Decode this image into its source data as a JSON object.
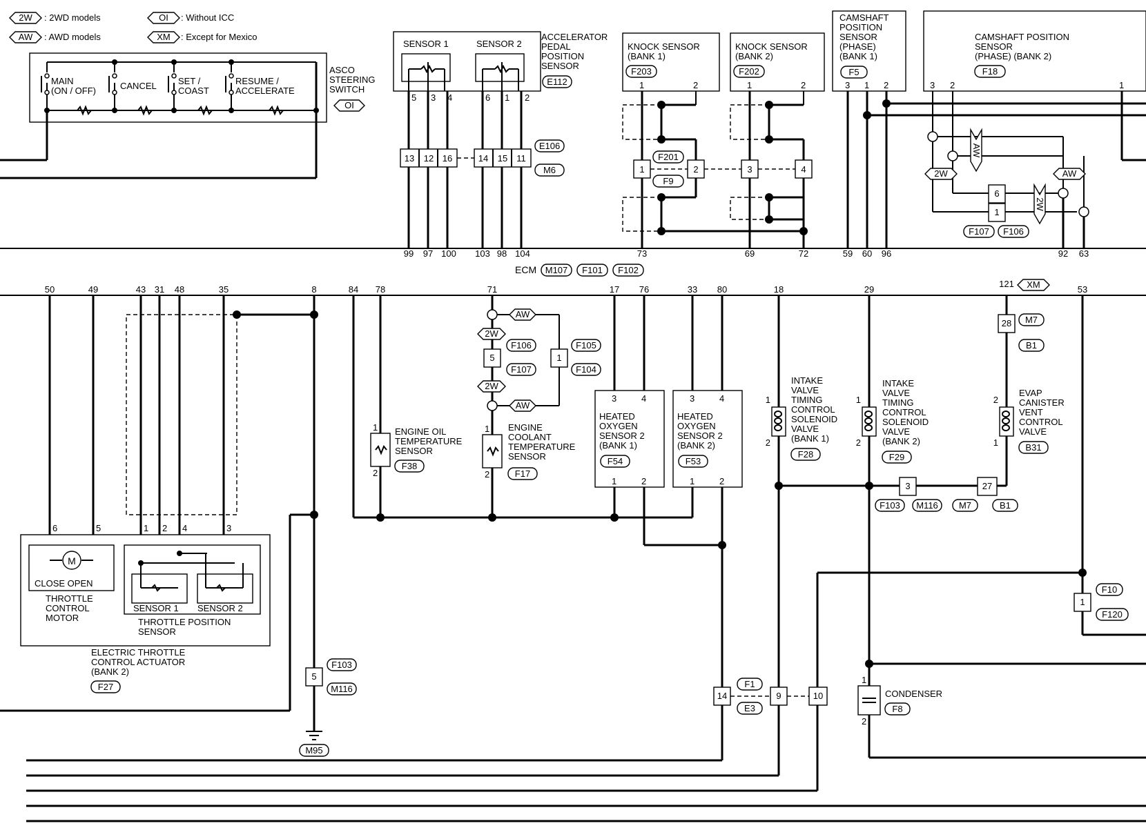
{
  "legend": {
    "w2": {
      "tag": "2W",
      "text": ": 2WD models"
    },
    "aw": {
      "tag": "AW",
      "text": ": AWD models"
    },
    "oi": {
      "tag": "OI",
      "text": ": Without ICC"
    },
    "xm": {
      "tag": "XM",
      "text": ": Except for Mexico"
    }
  },
  "asco": {
    "switches": [
      "MAIN",
      "(ON / OFF)",
      "CANCEL",
      "SET /",
      "COAST",
      "RESUME /",
      "ACCELERATE"
    ],
    "label": [
      "ASCO",
      "STEERING",
      "SWITCH"
    ],
    "tag": "OI"
  },
  "app": {
    "s1": "SENSOR 1",
    "s2": "SENSOR 2",
    "label": [
      "ACCELERATOR",
      "PEDAL",
      "POSITION",
      "SENSOR"
    ],
    "conn": "E112",
    "pins": [
      "5",
      "3",
      "4",
      "6",
      "1",
      "2"
    ],
    "jpins": [
      "13",
      "12",
      "16",
      "14",
      "15",
      "11"
    ],
    "jconn": [
      "E106",
      "M6"
    ]
  },
  "knock1": {
    "label": [
      "KNOCK SENSOR",
      "(BANK 1)"
    ],
    "conn": "F203",
    "pins": [
      "1",
      "2"
    ]
  },
  "knock2": {
    "label": [
      "KNOCK SENSOR",
      "(BANK 2)"
    ],
    "conn": "F202",
    "pins": [
      "1",
      "2"
    ]
  },
  "knockjc": {
    "pins": [
      "1",
      "2",
      "3",
      "4"
    ],
    "conn": [
      "F201",
      "F9"
    ]
  },
  "cam1": {
    "label": [
      "CAMSHAFT",
      "POSITION",
      "SENSOR",
      "(PHASE)",
      "(BANK 1)"
    ],
    "conn": "F5",
    "pins": [
      "3",
      "1",
      "2"
    ]
  },
  "cam2": {
    "label": [
      "CAMSHAFT POSITION",
      "SENSOR",
      "(PHASE) (BANK 2)"
    ],
    "conn": "F18",
    "pins": [
      "3",
      "2",
      "1"
    ]
  },
  "camjc": {
    "pins": [
      "6",
      "1"
    ],
    "conn": [
      "F107",
      "F106"
    ],
    "tags": [
      "AW",
      "2W",
      "AW",
      "2W"
    ]
  },
  "ecm": {
    "label": "ECM",
    "conns": [
      "M107",
      "F101",
      "F102"
    ],
    "top_pins": [
      "99",
      "97",
      "100",
      "103",
      "98",
      "104",
      "73",
      "69",
      "72",
      "59",
      "60",
      "96",
      "92",
      "63"
    ],
    "bot_pins": [
      "50",
      "49",
      "43",
      "31",
      "48",
      "35",
      "8",
      "84",
      "78",
      "71",
      "17",
      "76",
      "33",
      "80",
      "18",
      "29",
      "121",
      "53"
    ],
    "xm_tag": "XM"
  },
  "throttle": {
    "pins": [
      "6",
      "5",
      "1",
      "2",
      "4",
      "3"
    ],
    "motor": "M",
    "close_open": "CLOSE OPEN",
    "motor_label": [
      "THROTTLE",
      "CONTROL",
      "MOTOR"
    ],
    "sensor1": "SENSOR 1",
    "sensor2": "SENSOR 2",
    "tps_label": [
      "THROTTLE POSITION",
      "SENSOR"
    ],
    "actuator_label": [
      "ELECTRIC THROTTLE",
      "CONTROL ACTUATOR",
      "(BANK 2)"
    ],
    "conn": "F27"
  },
  "ground": {
    "pin": "5",
    "conns": [
      "F103",
      "M116"
    ],
    "gnd": "M95"
  },
  "ect_jc": {
    "pins": [
      "5",
      "1"
    ],
    "conns": [
      "F106",
      "F107",
      "F105",
      "F104"
    ],
    "tags": [
      "AW",
      "2W",
      "2W",
      "AW"
    ]
  },
  "eot": {
    "label": [
      "ENGINE OIL",
      "TEMPERATURE",
      "SENSOR"
    ],
    "conn": "F38",
    "pins": [
      "1",
      "2"
    ]
  },
  "ect": {
    "label": [
      "ENGINE",
      "COOLANT",
      "TEMPERATURE",
      "SENSOR"
    ],
    "conn": "F17",
    "pins": [
      "1",
      "2"
    ]
  },
  "ho2s1": {
    "label": [
      "HEATED",
      "OXYGEN",
      "SENSOR 2",
      "(BANK 1)"
    ],
    "conn": "F54",
    "pins": [
      "3",
      "4",
      "1",
      "2"
    ]
  },
  "ho2s2": {
    "label": [
      "HEATED",
      "OXYGEN",
      "SENSOR 2",
      "(BANK 2)"
    ],
    "conn": "F53",
    "pins": [
      "3",
      "4",
      "1",
      "2"
    ]
  },
  "ivt1": {
    "label": [
      "INTAKE",
      "VALVE",
      "TIMING",
      "CONTROL",
      "SOLENOID",
      "VALVE",
      "(BANK 1)"
    ],
    "conn": "F28",
    "pins": [
      "1",
      "2"
    ]
  },
  "ivt2": {
    "label": [
      "INTAKE",
      "VALVE",
      "TIMING",
      "CONTROL",
      "SOLENOID",
      "VALVE",
      "(BANK 2)"
    ],
    "conn": "F29",
    "pins": [
      "1",
      "2"
    ]
  },
  "evap": {
    "label": [
      "EVAP",
      "CANISTER",
      "VENT",
      "CONTROL",
      "VALVE"
    ],
    "conn": "B31",
    "pins": [
      "2",
      "1"
    ]
  },
  "evapjc": {
    "pin": "28",
    "conns": [
      "M7",
      "B1"
    ]
  },
  "bottomjc": {
    "pin1": "3",
    "pin2": "27",
    "conns": [
      "F103",
      "M116",
      "M7",
      "B1"
    ]
  },
  "f10jc": {
    "pin": "1",
    "conns": [
      "F10",
      "F120"
    ]
  },
  "egjc": {
    "pins": [
      "14",
      "9",
      "10"
    ],
    "conns": [
      "F1",
      "E3"
    ]
  },
  "condenser": {
    "label": "CONDENSER",
    "conn": "F8",
    "pins": [
      "1",
      "2"
    ]
  }
}
